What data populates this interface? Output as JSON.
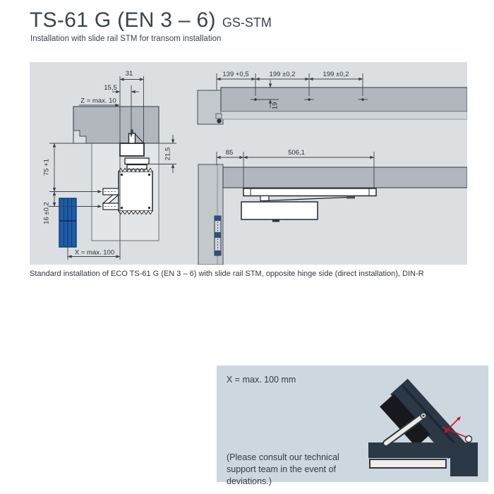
{
  "header": {
    "title": "TS-61 G (EN 3 – 6)",
    "model_suffix": "GS-STM",
    "subtitle": "Installation with slide rail STM for transom installation"
  },
  "diagram": {
    "plan_view": {
      "dim_rail_width": "31",
      "dim_spindle_offset": "15,5",
      "dim_z": "Z = max. 10",
      "dim_rail_depth": "21,5",
      "dim_body_offset": "75 +1",
      "dim_arm_spacing": "16 ±0,2",
      "dim_hinge_distance": "X = max. 100"
    },
    "drill_template_view": {
      "dim_first_hole": "139 +0,5",
      "dim_hole_spacing_1": "199 ±0,2",
      "dim_hole_spacing_2": "199 ±0,2",
      "dim_hole_depth": "19"
    },
    "front_view": {
      "dim_edge_distance": "85",
      "dim_rail_length": "506,1"
    }
  },
  "caption": "Standard installation of ECO TS-61 G (EN 3 – 6) with slide rail STM, opposite hinge side (direct installation), DIN-R",
  "info_panel": {
    "heading": "X = max. 100 mm",
    "note_line1": "(Please consult our technical",
    "note_line2": "support team in the event of",
    "note_line3": "deviations.)"
  },
  "colors": {
    "drawing_background": "#dbdfe2",
    "frame_dark_gray": "#b1b7bd",
    "frame_mid_gray": "#c3c8cd",
    "hinge_blue": "#1d5ca8",
    "panel_background": "#cdd7df",
    "illustration_navy": "#2b3845",
    "annotation_red": "#cf1126",
    "text_color": "#3b434c"
  }
}
